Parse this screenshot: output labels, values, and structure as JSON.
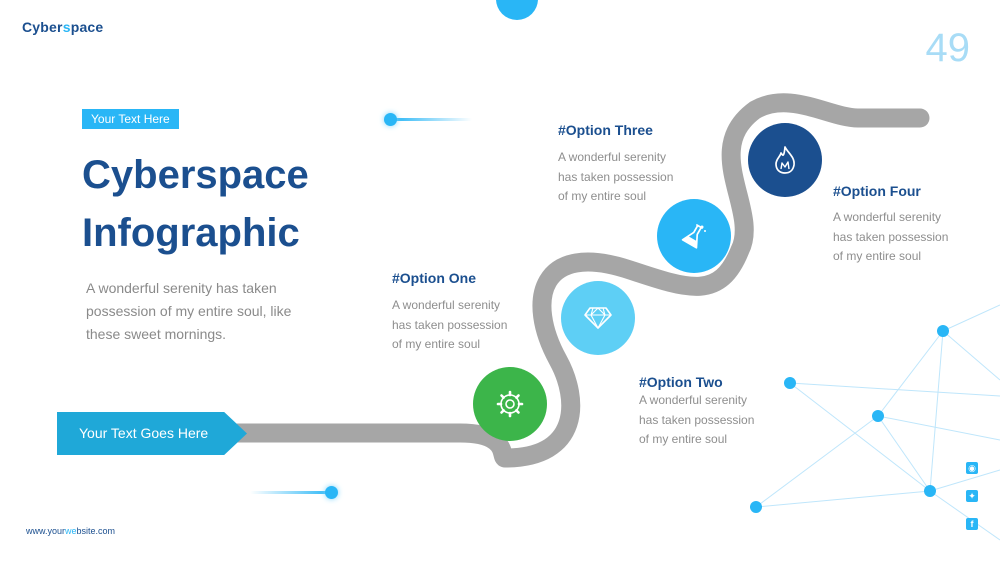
{
  "header": {
    "logo_start": "Cyber",
    "logo_accent": "s",
    "logo_end": "pace",
    "page_number": "49"
  },
  "hero": {
    "tag": "Your Text Here",
    "title_line1": "Cyberspace",
    "title_line2": "Infographic",
    "description": "A wonderful serenity has taken possession of my entire soul, like these sweet mornings."
  },
  "banner": {
    "label": "Your Text Goes Here"
  },
  "options": [
    {
      "title": "#Option One",
      "text": "A wonderful serenity has taken possession of my entire soul",
      "color": "#3cb54a",
      "icon": "gear-icon"
    },
    {
      "title": "#Option Two",
      "text": "A wonderful serenity has taken possession of my entire soul",
      "color": "#5ecff5",
      "icon": "diamond-icon"
    },
    {
      "title": "#Option Three",
      "text": "A wonderful serenity has taken possession of my entire soul",
      "color": "#29b6f6",
      "icon": "flask-icon"
    },
    {
      "title": "#Option Four",
      "text": "A wonderful serenity has taken possession of my entire soul",
      "color": "#1b4f8f",
      "icon": "flame-icon"
    }
  ],
  "footer": {
    "website_start": "www.your",
    "website_accent": "we",
    "website_end": "bsite.com"
  },
  "social": [
    {
      "icon": "rss-icon",
      "glyph": "◉"
    },
    {
      "icon": "twitter-icon",
      "glyph": "✦"
    },
    {
      "icon": "facebook-icon",
      "glyph": "f"
    }
  ],
  "colors": {
    "navy": "#1b4f8f",
    "sky": "#29b6f6",
    "road": "#a6a6a6",
    "muted_text": "#8a8a8a"
  }
}
